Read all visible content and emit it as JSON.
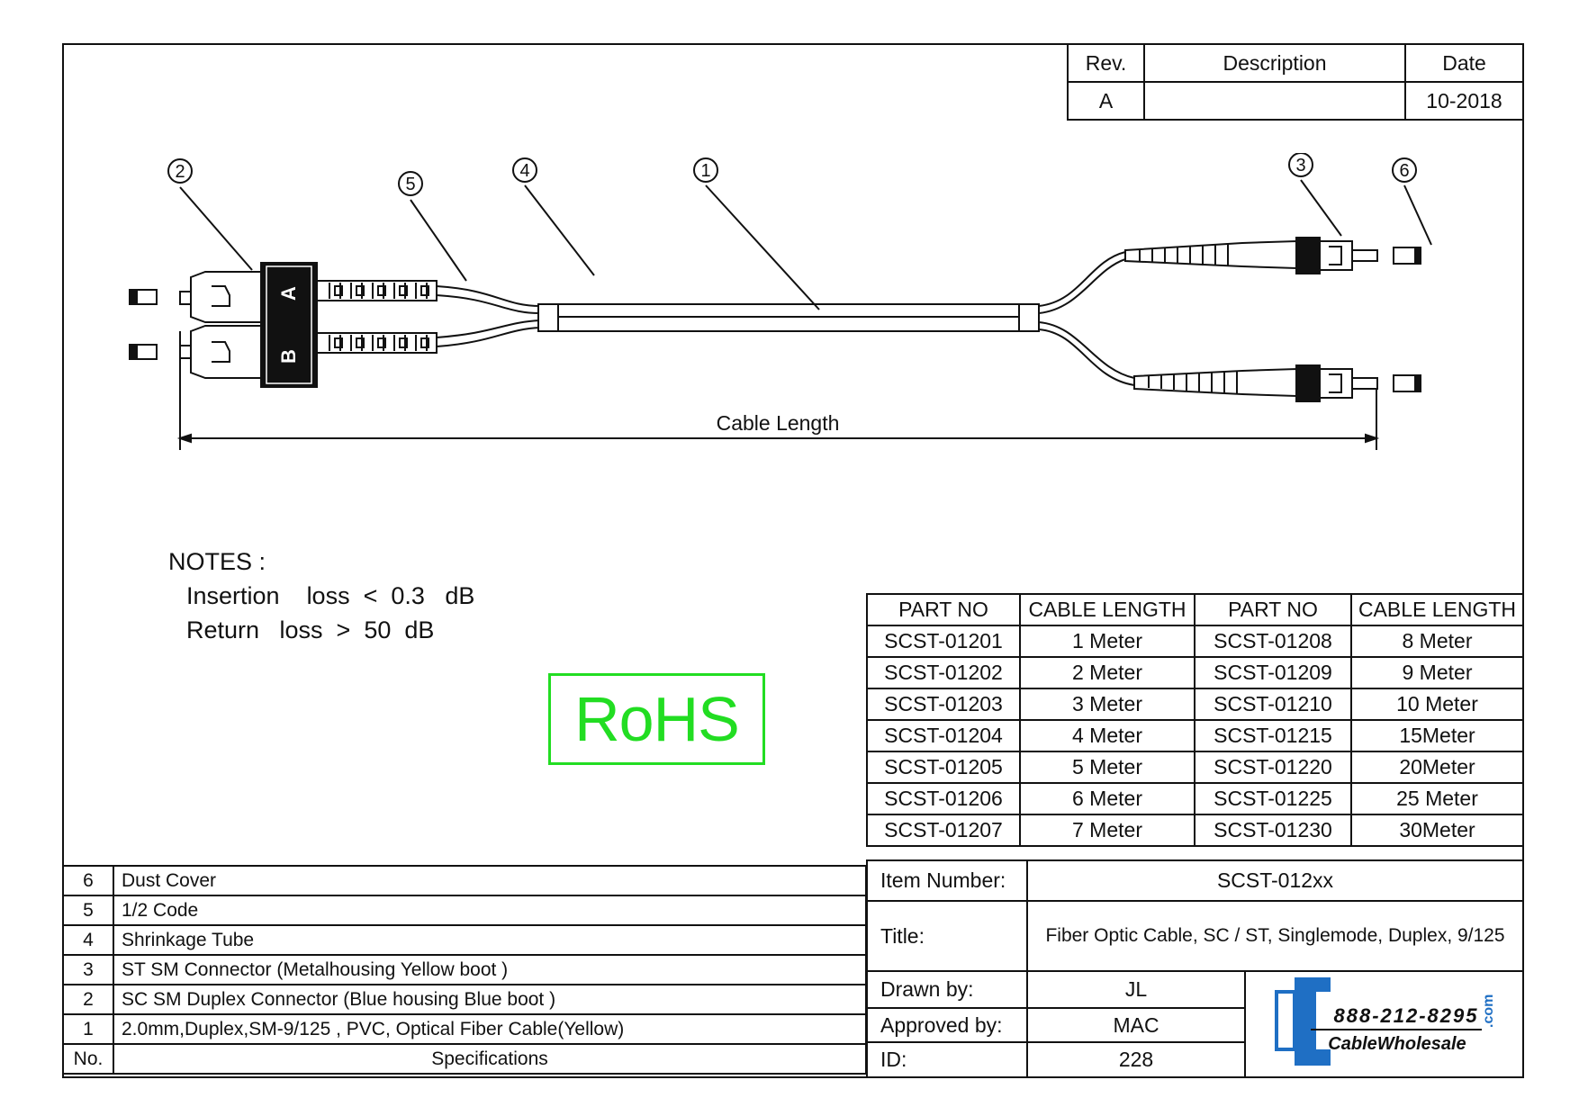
{
  "revision": {
    "headers": [
      "Rev.",
      "Description",
      "Date"
    ],
    "rows": [
      [
        "A",
        "",
        "10-2018"
      ]
    ]
  },
  "drawing": {
    "callouts": [
      "1",
      "2",
      "3",
      "4",
      "5",
      "6"
    ],
    "dimension_label": "Cable Length",
    "sc_labels": [
      "A",
      "B"
    ]
  },
  "notes": {
    "title": "NOTES :",
    "lines": [
      "Insertion    loss  <  0.3   dB",
      "Return   loss  >  50  dB"
    ]
  },
  "rohs": {
    "label": "RoHS",
    "color": "#22dd22"
  },
  "parts_table": {
    "headers": [
      "PART NO",
      "CABLE  LENGTH",
      "PART NO",
      "CABLE  LENGTH"
    ],
    "rows": [
      [
        "SCST-01201",
        "1  Meter",
        "SCST-01208",
        "8  Meter"
      ],
      [
        "SCST-01202",
        "2  Meter",
        "SCST-01209",
        "9  Meter"
      ],
      [
        "SCST-01203",
        "3  Meter",
        "SCST-01210",
        "10 Meter"
      ],
      [
        "SCST-01204",
        "4  Meter",
        "SCST-01215",
        "15Meter"
      ],
      [
        "SCST-01205",
        "5  Meter",
        "SCST-01220",
        "20Meter"
      ],
      [
        "SCST-01206",
        "6  Meter",
        "SCST-01225",
        "25 Meter"
      ],
      [
        "SCST-01207",
        "7  Meter",
        "SCST-01230",
        "30Meter"
      ]
    ]
  },
  "spec_table": {
    "rows": [
      [
        "6",
        "Dust Cover"
      ],
      [
        "5",
        "1/2 Code"
      ],
      [
        "4",
        "Shrinkage Tube"
      ],
      [
        "3",
        "ST SM  Connector  (Metalhousing  Yellow boot )"
      ],
      [
        "2",
        "SC SM  Duplex Connector  (Blue housing  Blue boot )"
      ],
      [
        "1",
        "2.0mm,Duplex,SM-9/125 , PVC, Optical Fiber Cable(Yellow)"
      ]
    ],
    "footer": [
      "No.",
      "Specifications"
    ]
  },
  "title_block": {
    "item_number_label": "Item Number:",
    "item_number": "SCST-012xx",
    "title_label": "Title:",
    "title": "Fiber Optic Cable, SC / ST, Singlemode, Duplex, 9/125",
    "drawn_by_label": "Drawn by:",
    "drawn_by": "JL",
    "approved_by_label": "Approved by:",
    "approved_by": "MAC",
    "id_label": "ID:",
    "id": "228"
  },
  "logo": {
    "phone": "888-212-8295",
    "brand": "CableWholesale",
    "suffix": ".com",
    "color": "#1f6fc4"
  }
}
